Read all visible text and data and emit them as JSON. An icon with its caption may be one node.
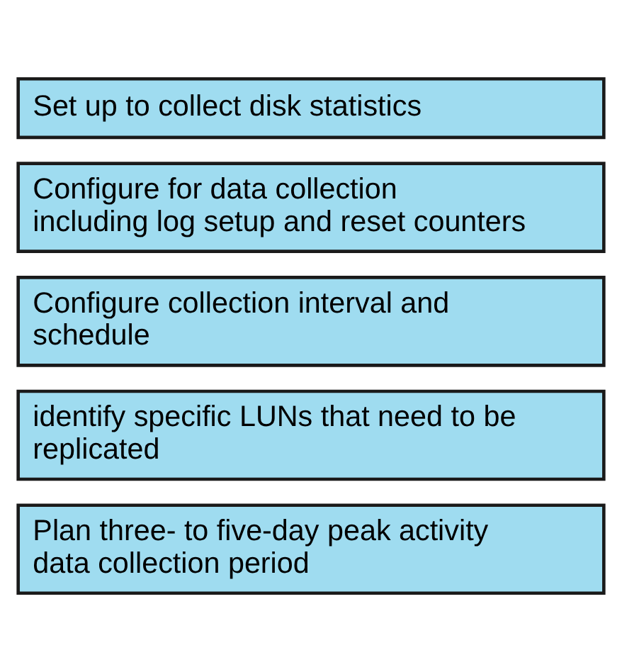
{
  "diagram": {
    "nodes": [
      {
        "text": [
          "Set up to collect disk statistics"
        ]
      },
      {
        "text": [
          "Configure for data collection including log setup and reset counters"
        ]
      },
      {
        "text": [
          "Configure collection interval and schedule"
        ]
      },
      {
        "text": [
          "identify specific LUNs that need to be replicated"
        ]
      },
      {
        "text": [
          "Plan three- to five-day peak activity data collection period"
        ]
      }
    ]
  }
}
